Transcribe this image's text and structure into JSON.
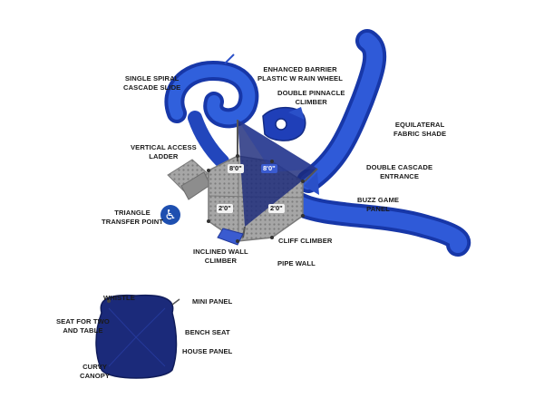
{
  "labels": {
    "single_spiral_cascade_slide": [
      "SINGLE SPIRAL",
      "CASCADE SLIDE"
    ],
    "enhanced_barrier": [
      "ENHANCED BARRIER",
      "PLASTIC W RAIN WHEEL"
    ],
    "double_pinnacle_climber": [
      "DOUBLE PINNACLE",
      "CLIMBER"
    ],
    "equilateral_fabric_shade": [
      "EQUILATERAL",
      "FABRIC SHADE"
    ],
    "vertical_access_ladder": [
      "VERTICAL ACCESS",
      "LADDER"
    ],
    "double_cascade_entrance": [
      "DOUBLE CASCADE",
      "ENTRANCE"
    ],
    "buzz_game_panel": [
      "BUZZ GAME",
      "PANEL"
    ],
    "triangle_transfer_point": [
      "TRIANGLE",
      "TRANSFER POINT"
    ],
    "inclined_wall_climber": [
      "INCLINED WALL",
      "CLIMBER"
    ],
    "cliff_climber": [
      "CLIFF CLIMBER"
    ],
    "pipe_wall": [
      "PIPE WALL"
    ],
    "whistle": [
      "WHISTLE"
    ],
    "mini_panel": [
      "MINI PANEL"
    ],
    "seat_for_two_and_table": [
      "SEAT FOR TWO",
      "AND TABLE"
    ],
    "bench_seat": [
      "BENCH SEAT"
    ],
    "house_panel": [
      "HOUSE PANEL"
    ],
    "curvy_canopy": [
      "CURVY",
      "CANOPY"
    ]
  },
  "deck_heights": {
    "upper_left": "8'0\"",
    "upper_right": "8'0\"",
    "lower_left": "2'0\"",
    "lower_right": "2'0\""
  },
  "icons": {
    "accessibility": "wheelchair-accessible-icon"
  },
  "colors": {
    "slide_blue": "#1f49c9",
    "deck_gray": "#9a9a9a",
    "shade_navy": "#1b2a7a",
    "accessibility_blue": "#1e4fb0"
  }
}
